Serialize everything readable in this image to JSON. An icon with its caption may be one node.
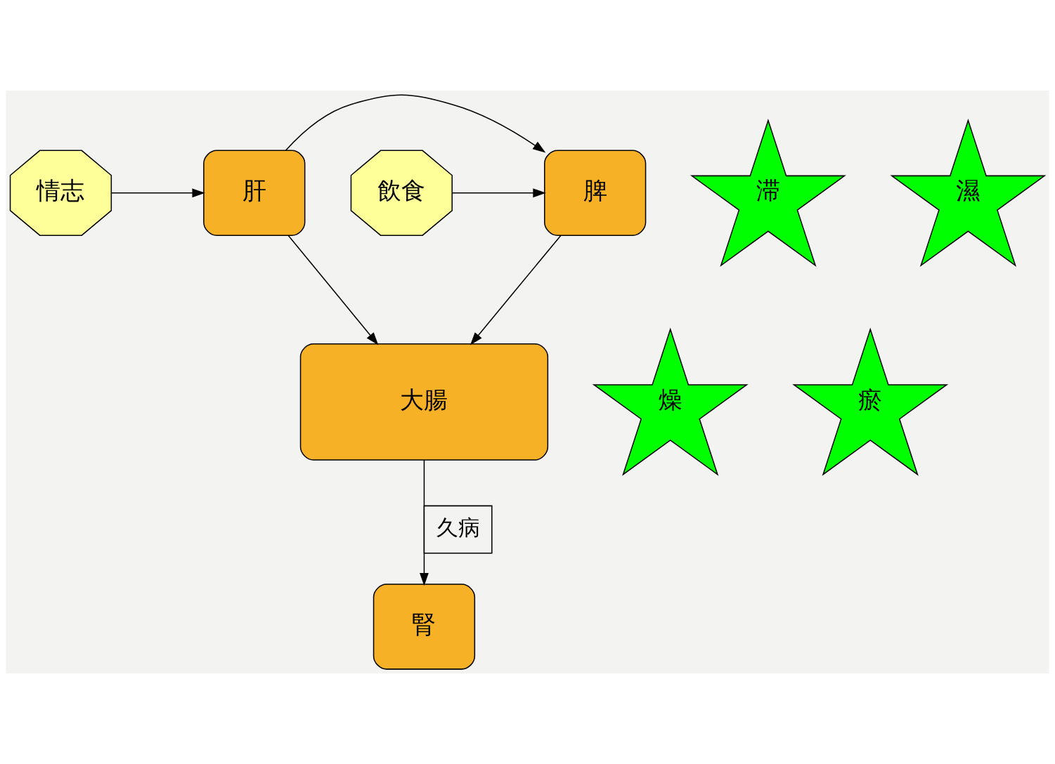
{
  "diagram": {
    "nodes": [
      {
        "text": [
          "情志"
        ]
      },
      {
        "text": [
          "肝"
        ]
      },
      {
        "text": [
          "脾"
        ]
      },
      {
        "text": [
          "飲食"
        ]
      },
      {
        "text": [
          "大腸"
        ]
      },
      {
        "text": [
          "滞"
        ]
      },
      {
        "text": [
          "濕"
        ]
      },
      {
        "text": [
          "燥"
        ]
      },
      {
        "text": [
          "瘀"
        ]
      },
      {
        "text": [
          "腎"
        ]
      }
    ],
    "edges": [
      {
        "from": 0,
        "to": 1,
        "arrow": "to"
      },
      {
        "from": 1,
        "to": 2,
        "arrow": "to"
      },
      {
        "from": 3,
        "to": 2,
        "arrow": "to"
      },
      {
        "from": 1,
        "to": 4,
        "arrow": "to"
      },
      {
        "from": 2,
        "to": 4,
        "arrow": "to"
      },
      {
        "from": 4,
        "to": 9,
        "arrow": "to",
        "label": "久病"
      }
    ]
  }
}
